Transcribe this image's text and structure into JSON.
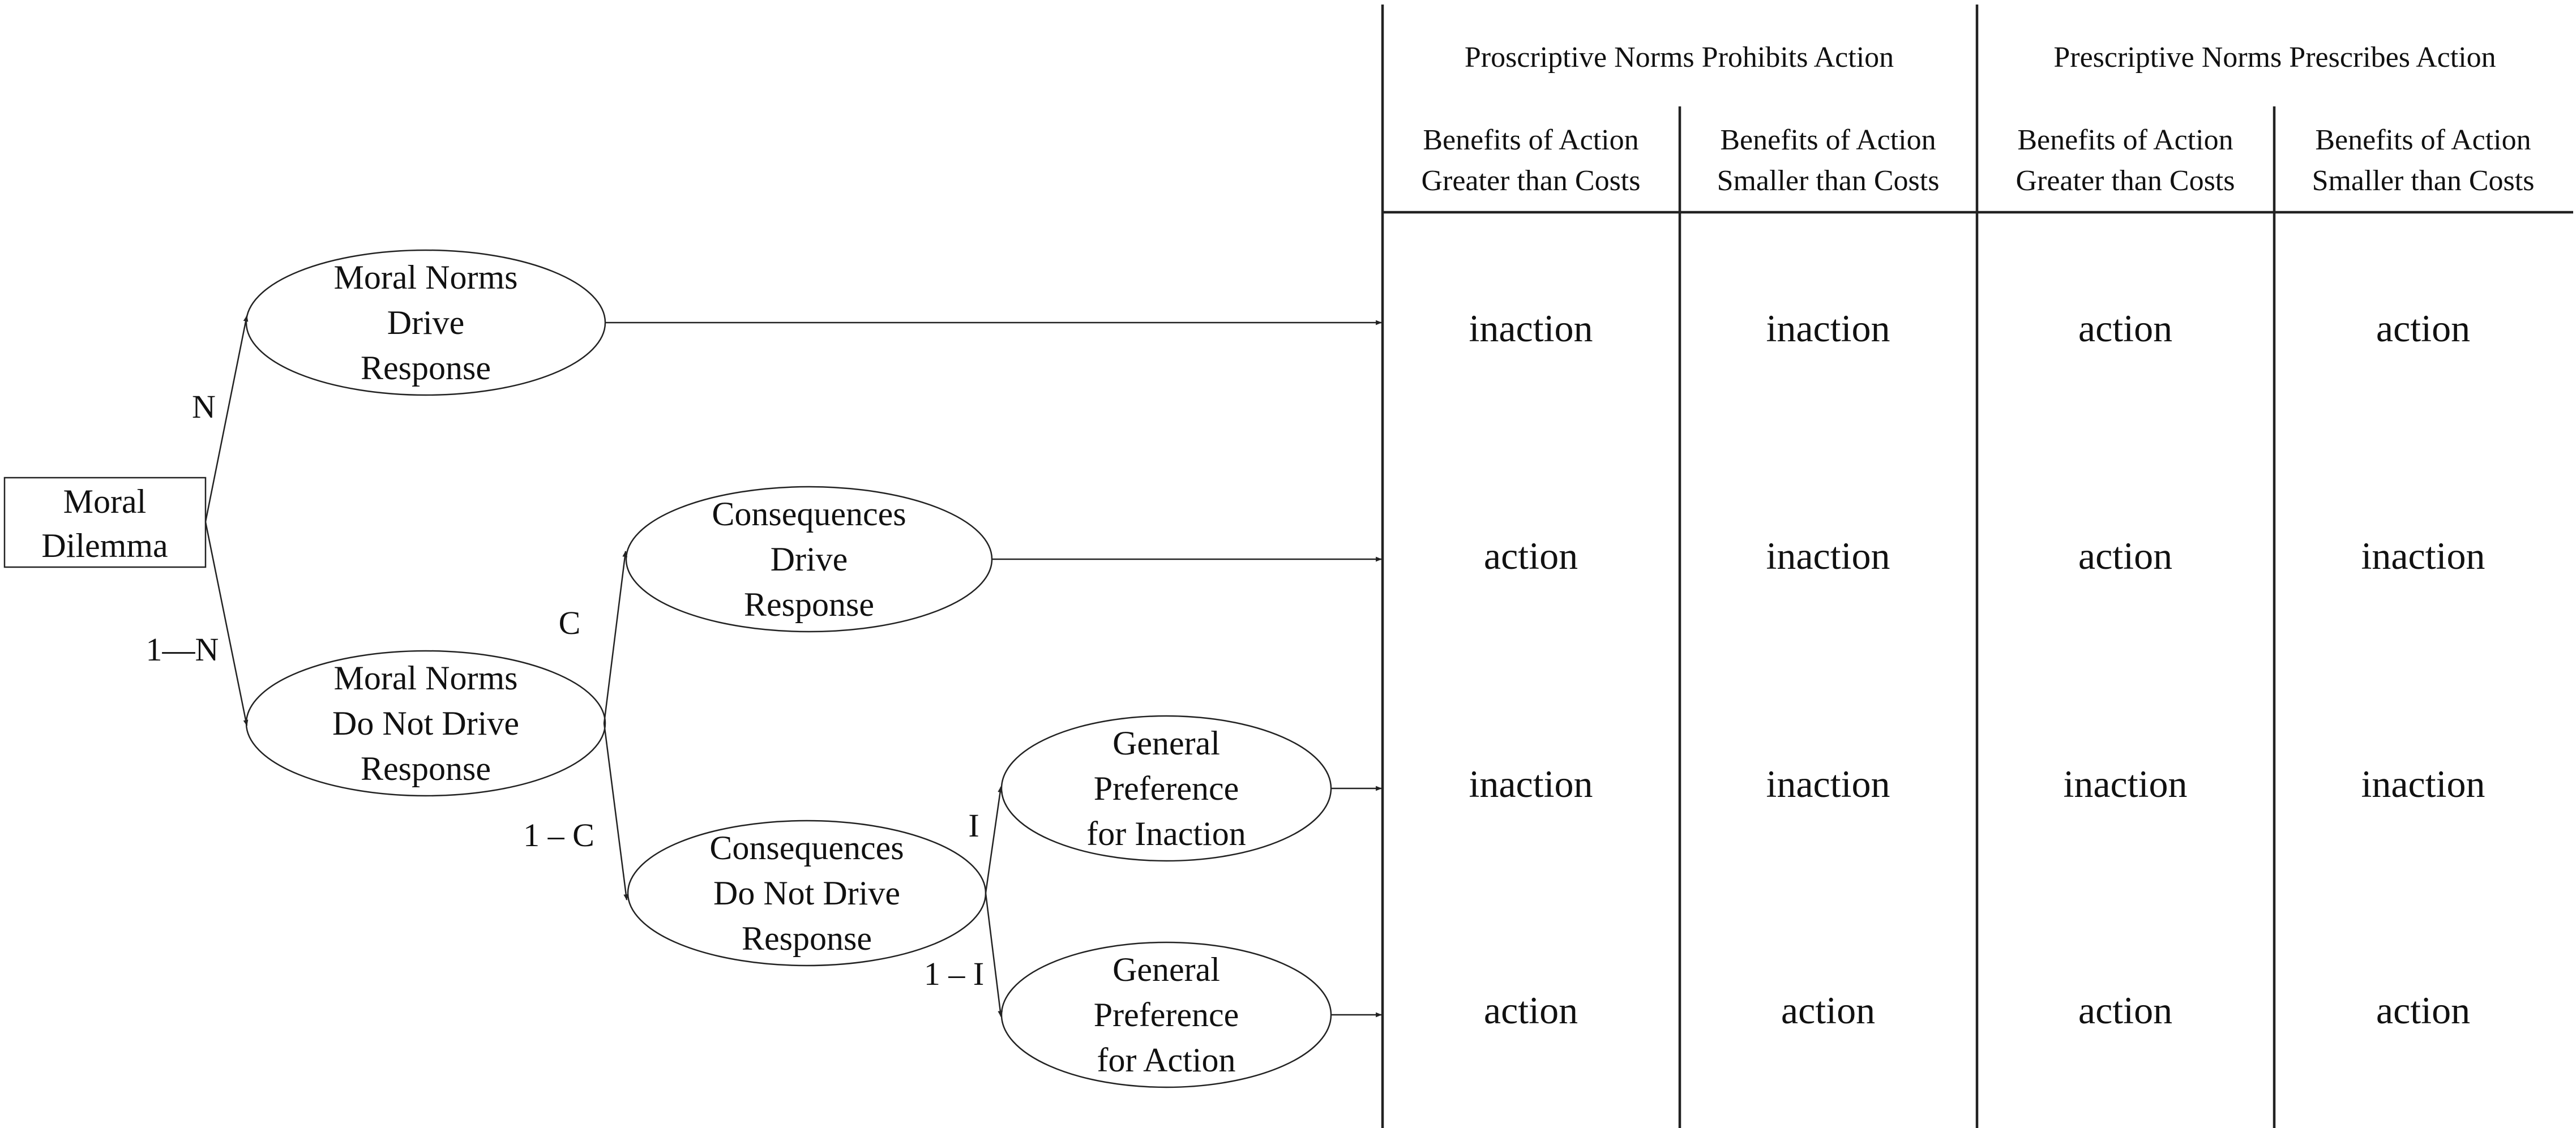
{
  "tree": {
    "root": [
      "Moral",
      "Dilemma"
    ],
    "nodes": {
      "norms_drive": [
        "Moral Norms",
        "Drive",
        "Response"
      ],
      "norms_not_drive": [
        "Moral Norms",
        "Do Not Drive",
        "Response"
      ],
      "cons_drive": [
        "Consequences",
        "Drive",
        "Response"
      ],
      "cons_not_drive": [
        "Consequences",
        "Do Not Drive",
        "Response"
      ],
      "pref_inaction": [
        "General",
        "Preference",
        "for Inaction"
      ],
      "pref_action": [
        "General",
        "Preference",
        "for Action"
      ]
    },
    "edge_labels": {
      "n": "N",
      "one_minus_n": "1—N",
      "c": "C",
      "one_minus_c": "1 – C",
      "i": "I",
      "one_minus_i": "1 – I"
    }
  },
  "table": {
    "groups": [
      "Proscriptive Norms Prohibits Action",
      "Prescriptive Norms Prescribes Action"
    ],
    "columns": [
      [
        "Benefits of Action",
        "Greater than Costs"
      ],
      [
        "Benefits of Action",
        "Smaller than Costs"
      ],
      [
        "Benefits of Action",
        "Greater than Costs"
      ],
      [
        "Benefits of Action",
        "Smaller than Costs"
      ]
    ],
    "rows": [
      [
        "inaction",
        "inaction",
        "action",
        "action"
      ],
      [
        "action",
        "inaction",
        "action",
        "inaction"
      ],
      [
        "inaction",
        "inaction",
        "inaction",
        "inaction"
      ],
      [
        "action",
        "action",
        "action",
        "action"
      ]
    ]
  }
}
